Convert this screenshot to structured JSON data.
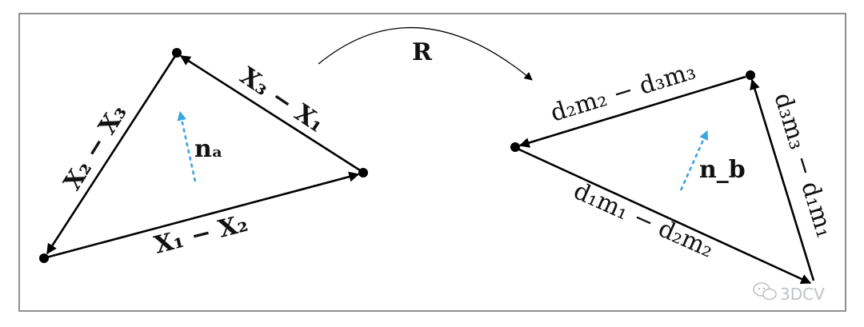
{
  "diagram": {
    "rotation_label": "R",
    "left_triangle": {
      "edges": {
        "top_right": "X₃ − X₁",
        "left": "X₂ − X₃",
        "bottom": "X₁ − X₂"
      },
      "normal_label": "nₐ"
    },
    "right_triangle": {
      "edges": {
        "top": "d₂m₂ − d₃m₃",
        "right": "d₃m₃ − d₁m₁",
        "bottom": "d₁m₁ − d₂m₂"
      },
      "normal_label": "n_b"
    },
    "watermark": "3DCV",
    "colors": {
      "edge": "#000000",
      "normal_arrow": "#3aa5e0",
      "frame": "#6b6b6b",
      "watermark": "#bfc2c6"
    }
  }
}
